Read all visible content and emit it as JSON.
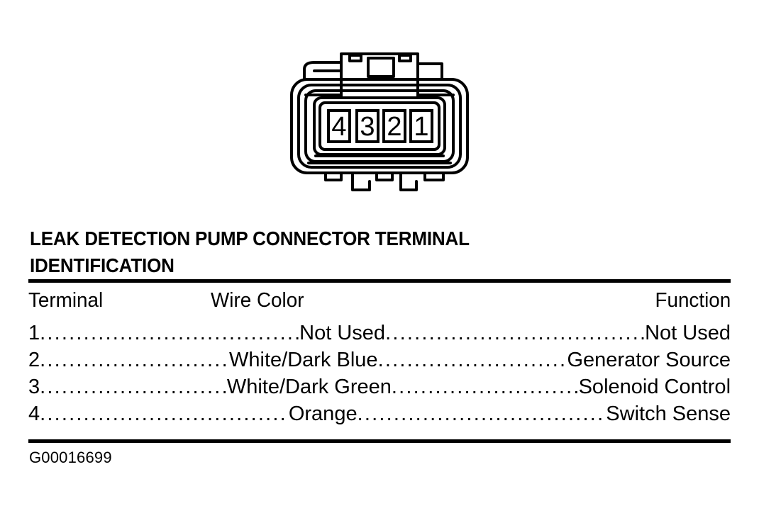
{
  "figure": {
    "title": "LEAK DETECTION PUMP CONNECTOR TERMINAL\nIDENTIFICATION",
    "id": "G00016699",
    "connector": {
      "cavity_labels": [
        "4",
        "3",
        "2",
        "1"
      ]
    }
  },
  "table": {
    "headers": {
      "terminal": "Terminal",
      "wire_color": "Wire Color",
      "function": "Function"
    },
    "rows": [
      {
        "terminal": "1",
        "wire_color": "Not Used",
        "function": "Not Used"
      },
      {
        "terminal": "2",
        "wire_color": "White/Dark Blue",
        "function": "Generator Source"
      },
      {
        "terminal": "3",
        "wire_color": "White/Dark Green",
        "function": "Solenoid Control"
      },
      {
        "terminal": "4",
        "wire_color": "Orange",
        "function": "Switch Sense"
      }
    ]
  },
  "colors": {
    "ink": "#000000",
    "paper": "#ffffff"
  }
}
